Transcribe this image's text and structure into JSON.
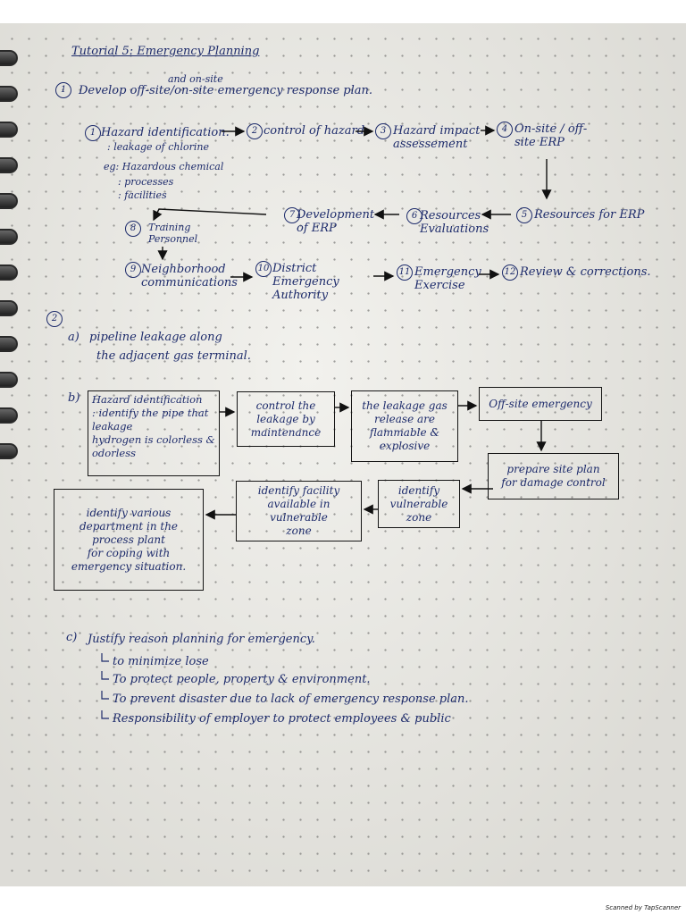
{
  "title": "Tutorial 5: Emergency Planning",
  "q1": {
    "number": "1",
    "line": "Develop off-site/on-site emergency response plan.",
    "insert": "and on-site",
    "steps": [
      {
        "n": "1",
        "label": "Hazard identification."
      },
      {
        "n": "2",
        "label": "control of hazard"
      },
      {
        "n": "3",
        "label": "Hazard impact assessement"
      },
      {
        "n": "4",
        "label": "On-site / off-site ERP"
      },
      {
        "n": "5",
        "label": "Resources for ERP"
      },
      {
        "n": "6",
        "label": "Resources Evaluations"
      },
      {
        "n": "7",
        "label": "Development of ERP"
      },
      {
        "n": "8",
        "label": "Training Personnel"
      },
      {
        "n": "9",
        "label": "Neighborhood communications"
      },
      {
        "n": "10",
        "label": "District Emergency Authority"
      },
      {
        "n": "11",
        "label": "Emergency Exercise"
      },
      {
        "n": "12",
        "label": "Review & corrections."
      }
    ],
    "notes": [
      ": leakage of chlorine",
      "eg: Hazardous chemical",
      ": processes",
      ": facilities"
    ]
  },
  "q2": {
    "number": "2",
    "a_label": "a)",
    "a_text": [
      "pipeline leakage along",
      "the adjacent gas terminal."
    ],
    "b_label": "b)",
    "flow": [
      {
        "text": "Hazard identification\n: identify the pipe that\n  leakage\nhydrogen is colorless &\n  odorless"
      },
      {
        "text": "control the\nleakage by\nmaintenance"
      },
      {
        "text": "the leakage gas\nrelease are\nflammable &\nexplosive"
      },
      {
        "text": "Off-site emergency"
      },
      {
        "text": "prepare site plan\nfor damage control"
      },
      {
        "text": "identify\nvulnerable\nzone"
      },
      {
        "text": "identify facility\navailable in vulnerable\nzone"
      },
      {
        "text": "identify various\ndepartment in the\nprocess plant\nfor coping with\nemergency situation."
      }
    ],
    "c_label": "c)",
    "c_title": "Justify reason planning for emergency.",
    "c_points": [
      "to minimize lose",
      "To protect people, property & environment.",
      "To prevent disaster due to lack of emergency response plan.",
      "Responsibility of employer to protect employees & public"
    ]
  },
  "footer": "Scanned by TapScanner"
}
